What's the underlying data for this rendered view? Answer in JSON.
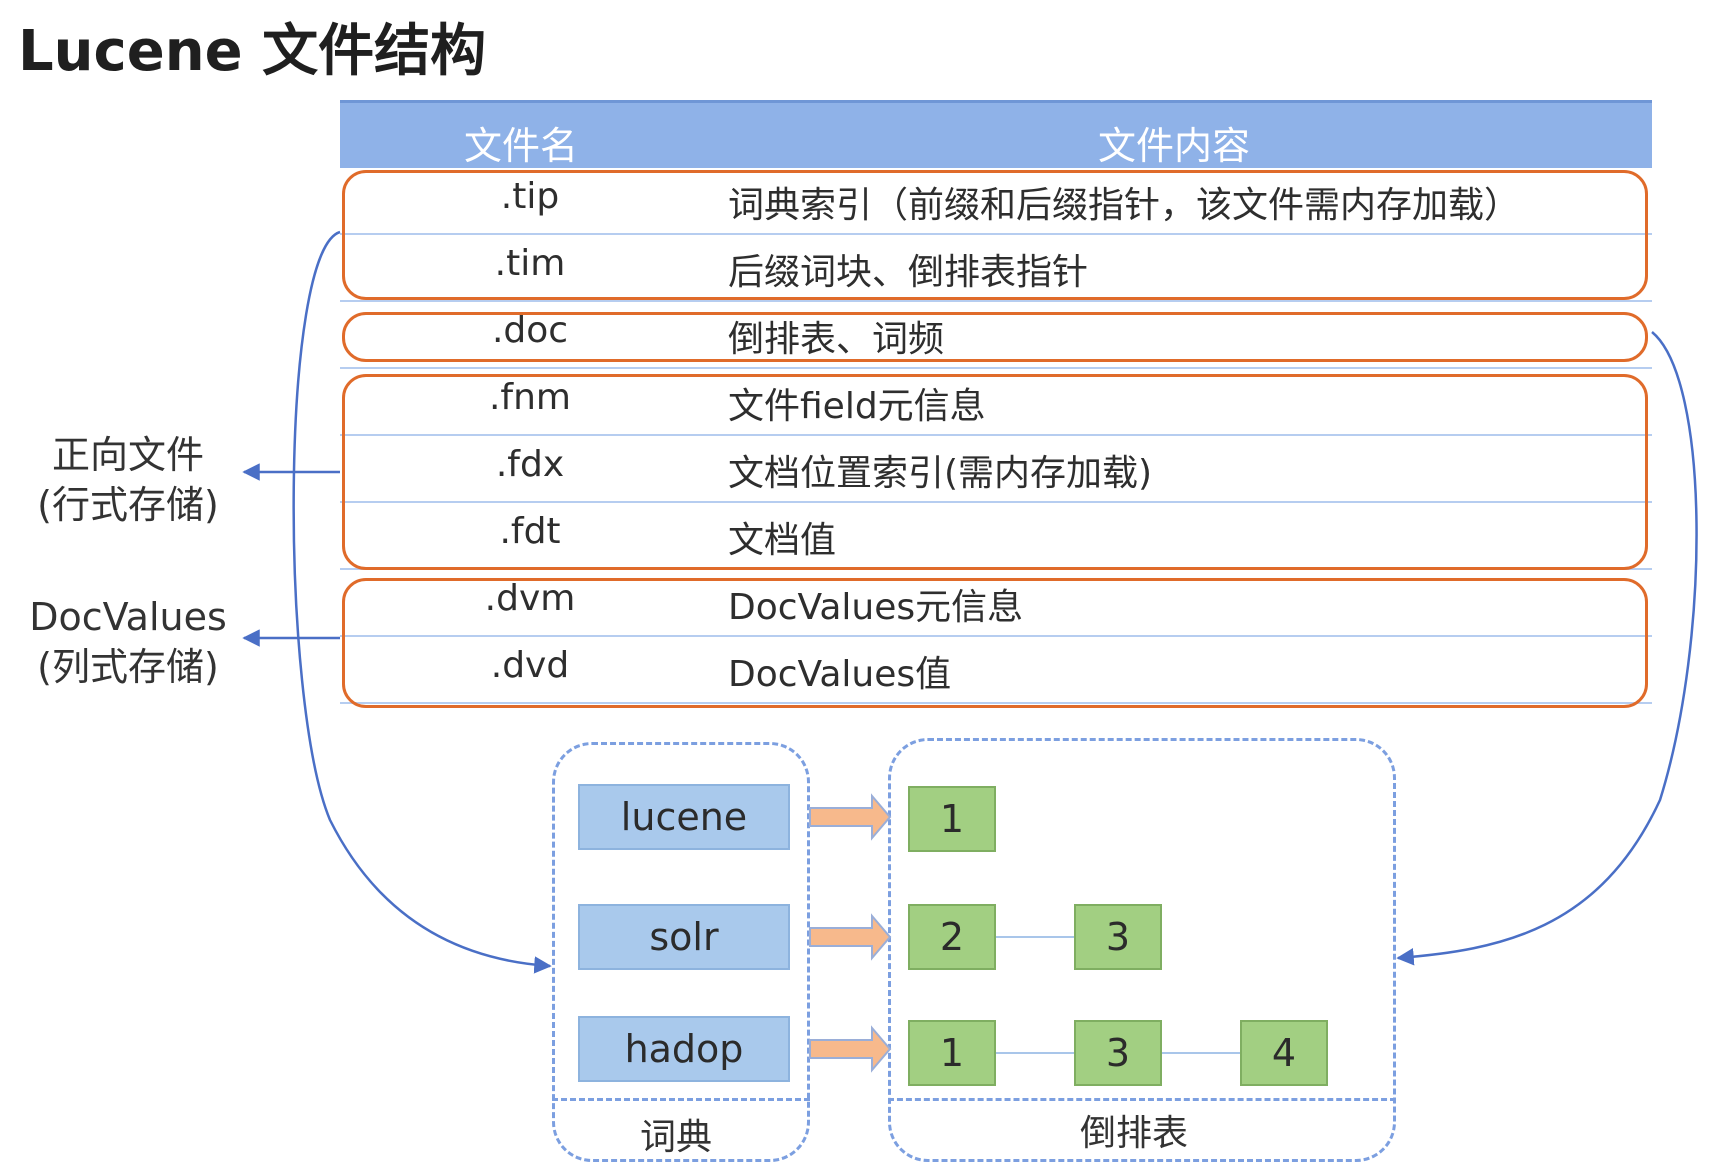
{
  "page_title": "Lucene 文件结构",
  "table": {
    "header": {
      "name": "文件名",
      "content": "文件内容"
    },
    "rows": [
      {
        "name": ".tip",
        "content": "词典索引（前缀和后缀指针，该文件需内存加载）"
      },
      {
        "name": ".tim",
        "content": "后缀词块、倒排表指针"
      },
      {
        "name": ".doc",
        "content": "倒排表、词频"
      },
      {
        "name": ".fnm",
        "content": "文件field元信息"
      },
      {
        "name": ".fdx",
        "content": "文档位置索引(需内存加载)"
      },
      {
        "name": ".fdt",
        "content": "文档值"
      },
      {
        "name": ".dvm",
        "content": "DocValues元信息"
      },
      {
        "name": ".dvd",
        "content": "DocValues值"
      }
    ]
  },
  "side_labels": {
    "forward": {
      "line1": "正向文件",
      "line2": "(行式存储)"
    },
    "docvalues": {
      "line1": "DocValues",
      "line2": "(列式存储)"
    }
  },
  "dictionary": {
    "label": "词典",
    "terms": [
      "lucene",
      "solr",
      "hadop"
    ]
  },
  "postings": {
    "label": "倒排表",
    "lists": [
      [
        "1"
      ],
      [
        "2",
        "3"
      ],
      [
        "1",
        "3",
        "4"
      ]
    ]
  },
  "colors": {
    "header_bg": "#8fb2e8",
    "group_border": "#e06b2a",
    "arrow_blue": "#4a6fc6",
    "term_bg": "#a9c9ec",
    "doc_bg": "#a2cf82",
    "pointer_arrow_fill": "#f7b98c"
  }
}
